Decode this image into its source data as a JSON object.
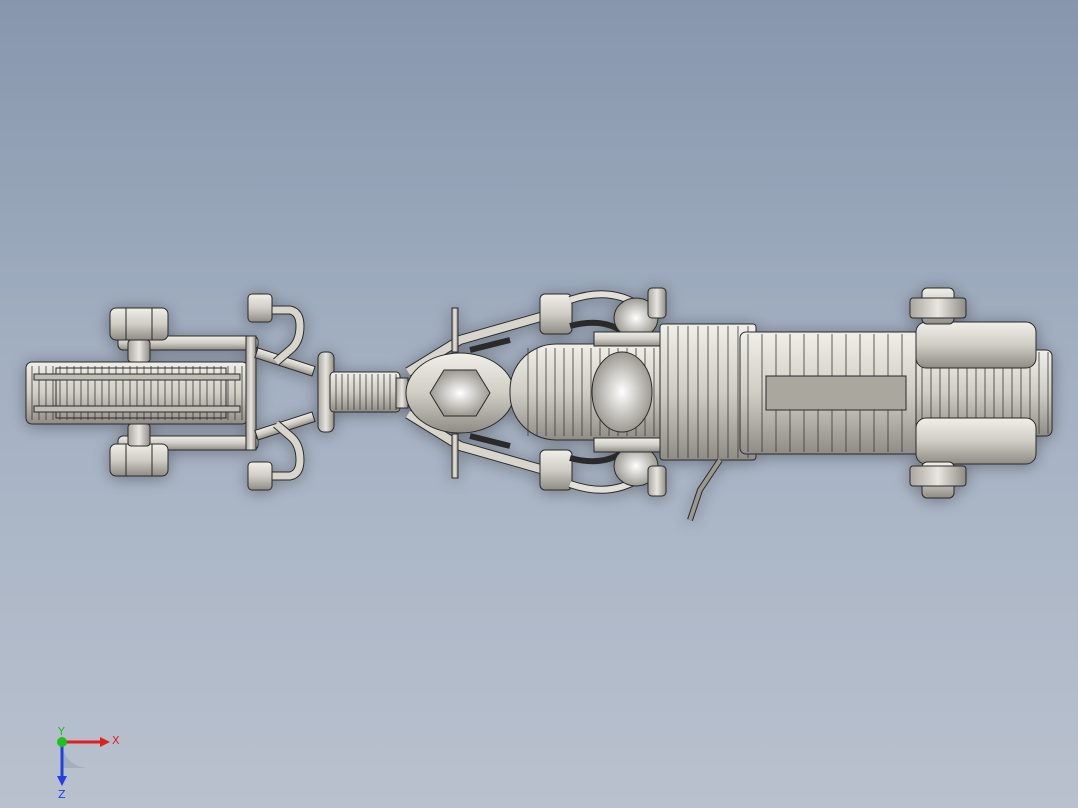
{
  "view": {
    "model": "motorcycle-assembly",
    "render_style": "shaded-with-edges",
    "colors": {
      "background_top": "#8796ad",
      "background_bottom": "#b9c1ce",
      "part_fill": "#d7d5cc",
      "part_shade": "#a9a79e",
      "edge": "#2b2b2b"
    }
  },
  "triad": {
    "x_label": "X",
    "y_label": "Y",
    "z_label": "Z",
    "x_color": "#e02020",
    "y_color": "#20c020",
    "z_color": "#2040e0"
  }
}
